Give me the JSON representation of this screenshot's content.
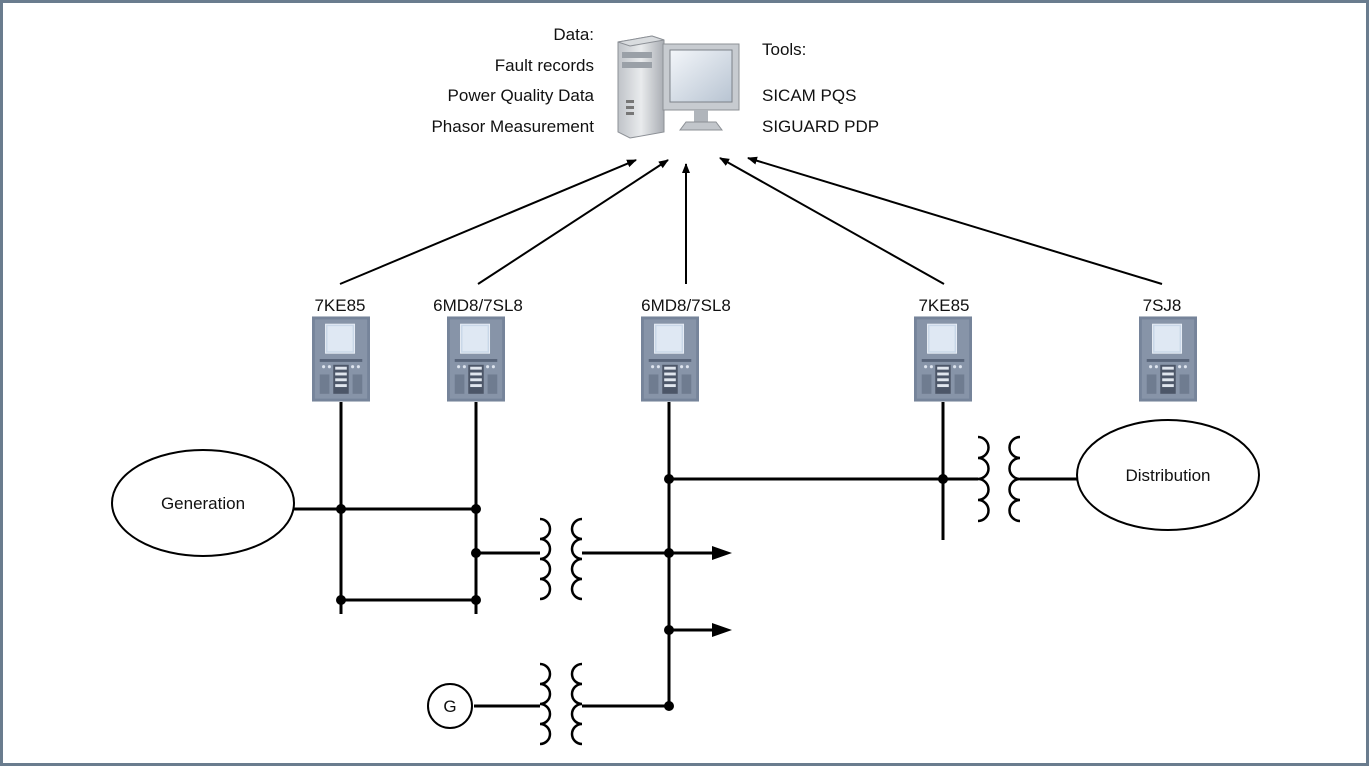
{
  "colors": {
    "frame": "#6a7c8e",
    "line": "#000000",
    "device_body": "#7a8796",
    "device_screen": "#c3d2e3"
  },
  "computer": {
    "icon": "computer-workstation-icon",
    "data_heading": "Data:",
    "data_items": [
      "Fault records",
      "Power Quality Data",
      "Phasor Measurement"
    ],
    "tools_heading": "Tools:",
    "tools_items": [
      "SICAM PQS",
      "SIGUARD PDP"
    ]
  },
  "devices": [
    {
      "label": "7KE85",
      "icon": "protection-relay-icon"
    },
    {
      "label": "6MD8/7SL8",
      "icon": "protection-relay-icon"
    },
    {
      "label": "6MD8/7SL8",
      "icon": "protection-relay-icon"
    },
    {
      "label": "7KE85",
      "icon": "protection-relay-icon"
    },
    {
      "label": "7SJ8",
      "icon": "protection-relay-icon"
    }
  ],
  "nodes": {
    "generation": "Generation",
    "distribution": "Distribution",
    "generator": "G"
  }
}
